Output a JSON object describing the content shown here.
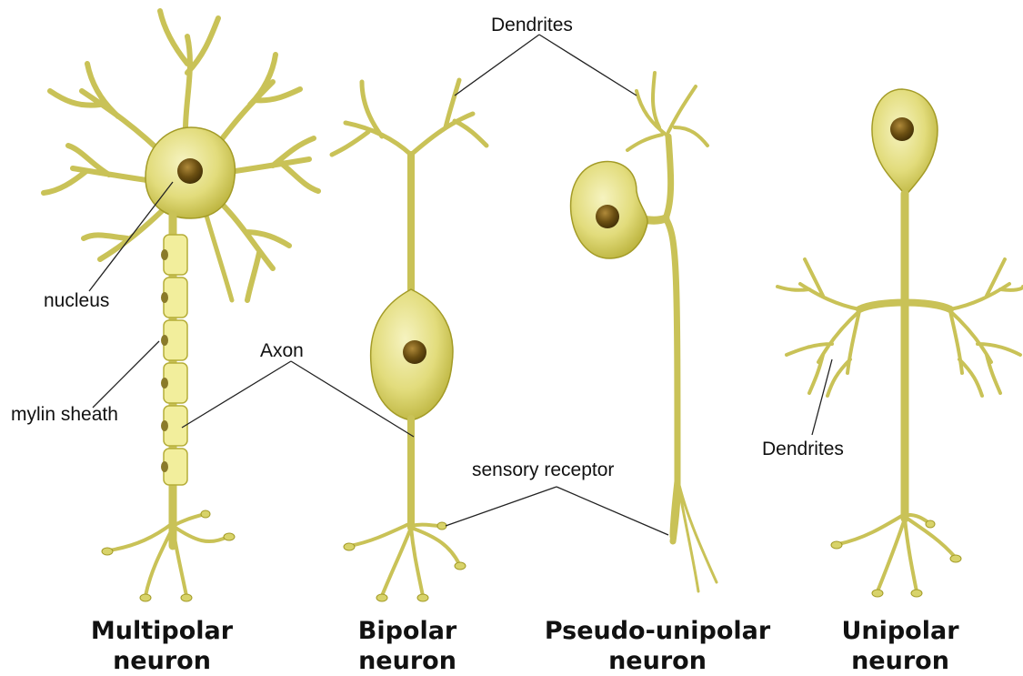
{
  "colors": {
    "cell_fill": "#d8d36a",
    "cell_stroke": "#a39b27",
    "soma_light": "#f4f1b4",
    "nucleus": "#6b4f12",
    "myelin": "#f2ee9c"
  },
  "labels": {
    "dendrites_top": "Dendrites",
    "nucleus": "nucleus",
    "axon": "Axon",
    "myelin": "mylin sheath",
    "sensory": "sensory receptor",
    "dendrites_unipolar": "Dendrites"
  },
  "neurons": [
    {
      "line1": "Multipolar",
      "line2": "neuron"
    },
    {
      "line1": "Bipolar",
      "line2": "neuron"
    },
    {
      "line1": "Pseudo-unipolar",
      "line2": "neuron"
    },
    {
      "line1": "Unipolar",
      "line2": "neuron"
    }
  ]
}
